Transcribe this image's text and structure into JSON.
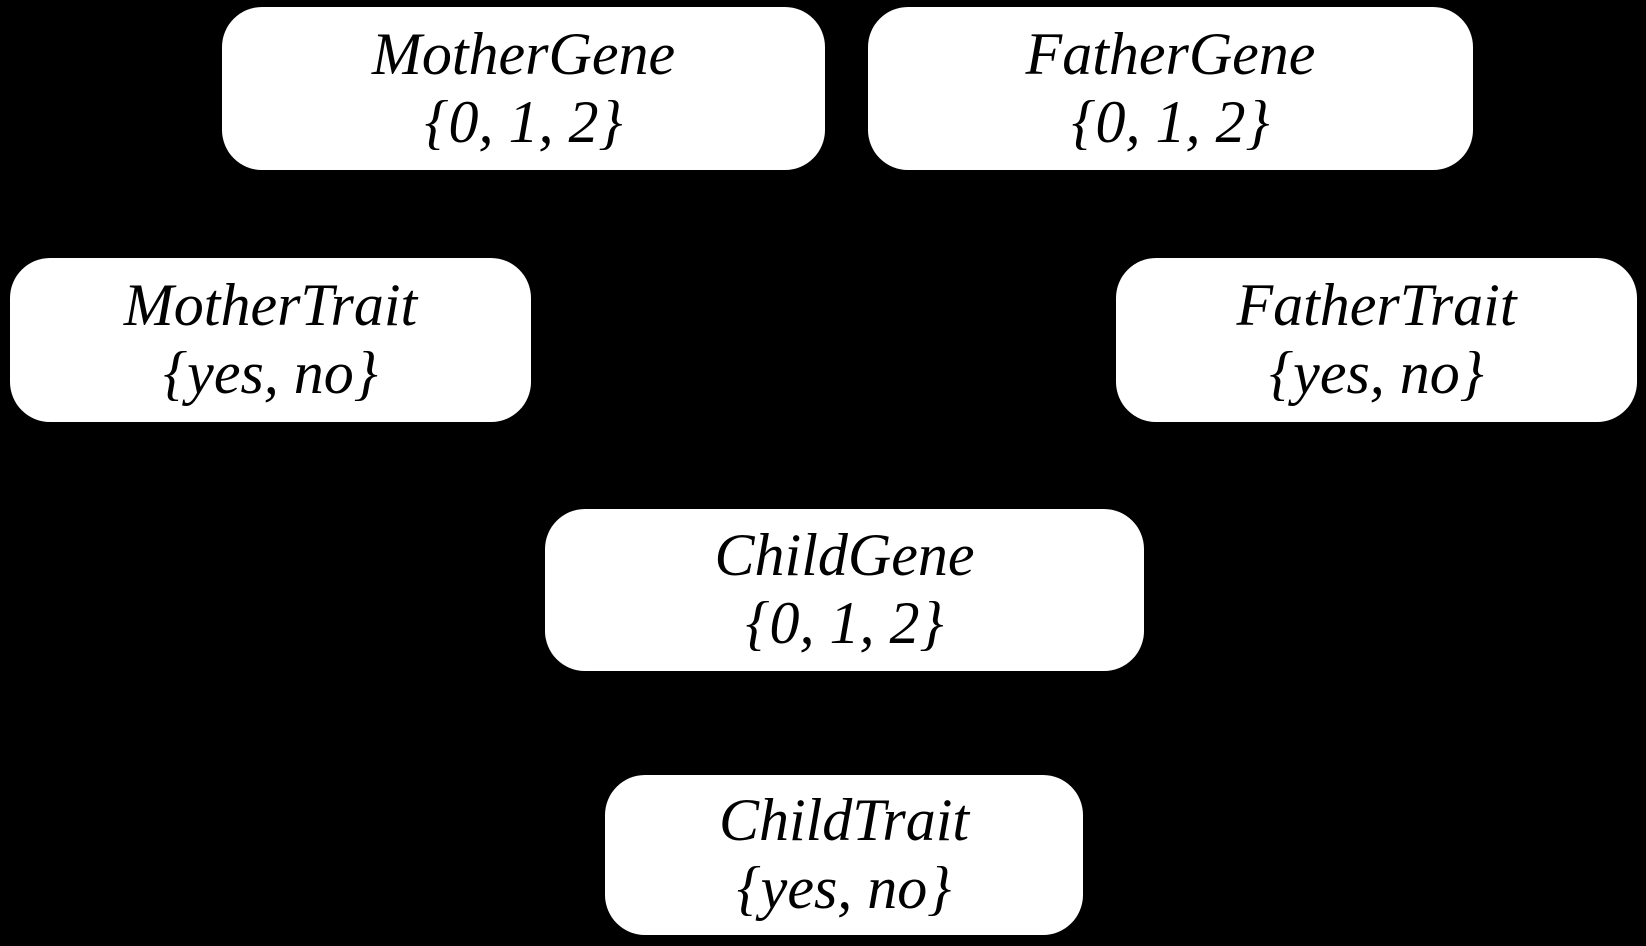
{
  "diagram": {
    "kind": "bayesian-network",
    "background_color": "#000000",
    "node_fill_color": "#ffffff",
    "node_text_color": "#000000",
    "nodes": [
      {
        "name": "MotherGene",
        "domain": "{0, 1, 2}"
      },
      {
        "name": "FatherGene",
        "domain": "{0, 1, 2}"
      },
      {
        "name": "MotherTrait",
        "domain": "{yes, no}"
      },
      {
        "name": "FatherTrait",
        "domain": "{yes, no}"
      },
      {
        "name": "ChildGene",
        "domain": "{0, 1, 2}"
      },
      {
        "name": "ChildTrait",
        "domain": "{yes, no}"
      }
    ]
  }
}
